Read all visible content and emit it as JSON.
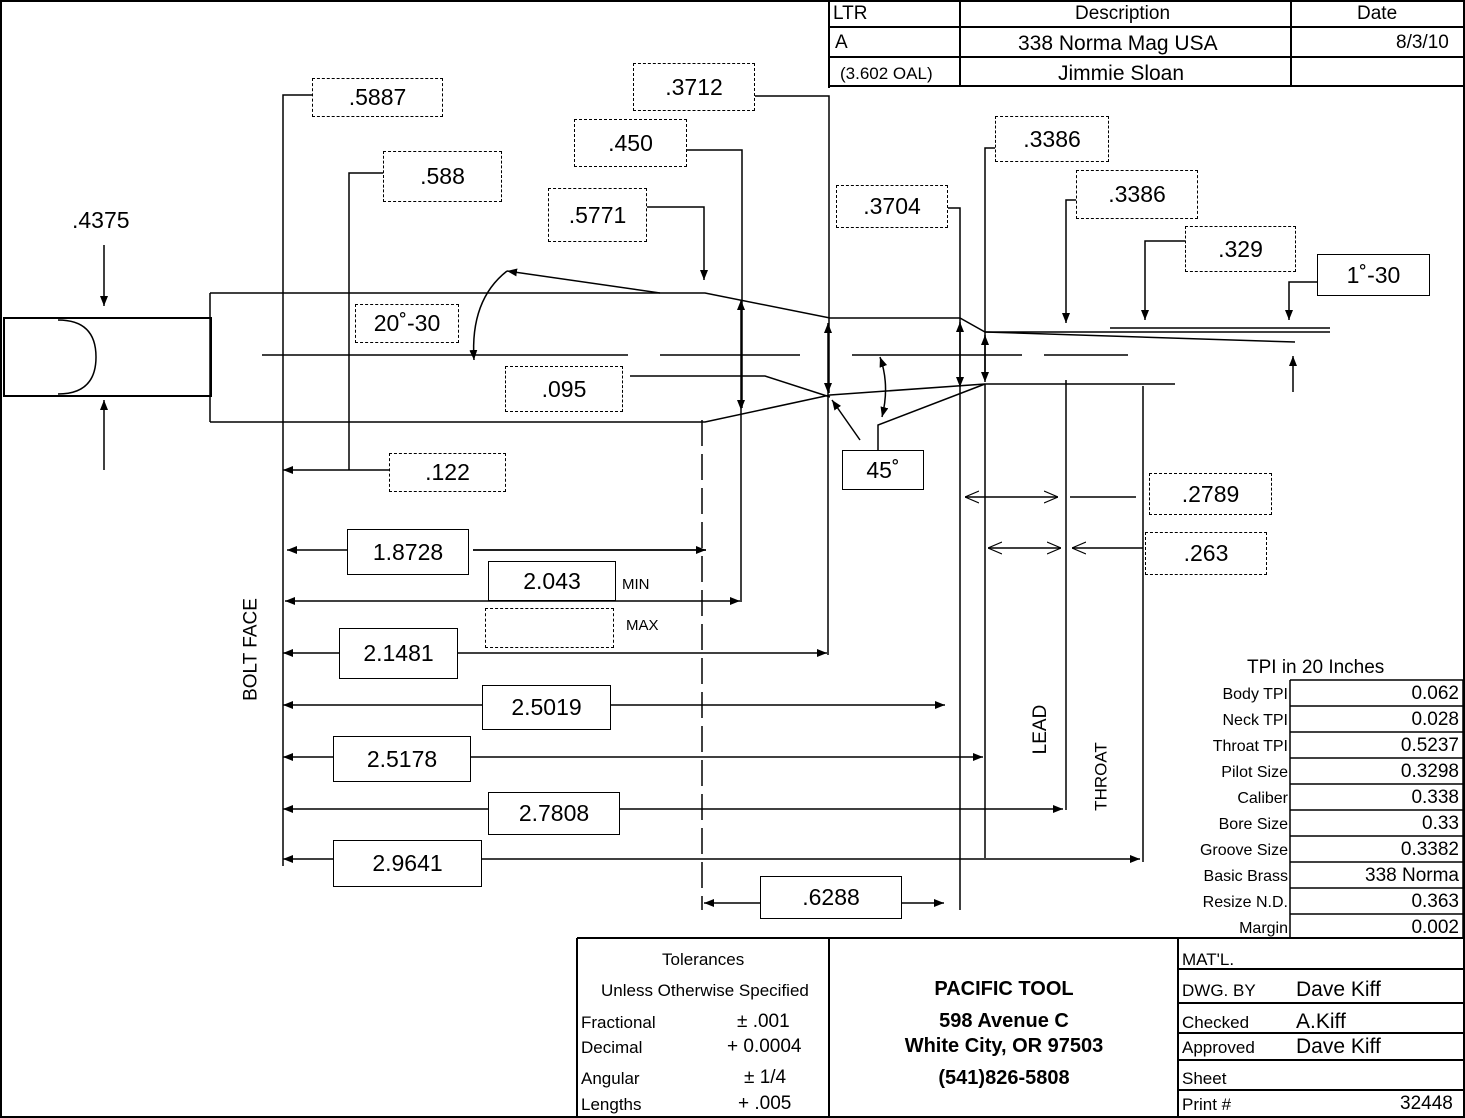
{
  "revision_table": {
    "headers": {
      "ltr": "LTR",
      "description": "Description",
      "date": "Date"
    },
    "row1": {
      "ltr": "A",
      "description": "338 Norma Mag USA",
      "date": "8/3/10"
    },
    "row2": {
      "ltr": "(3.602 OAL)",
      "description": "Jimmie Sloan",
      "date": ""
    }
  },
  "dimensions": {
    "d_4375": ".4375",
    "d_5887": ".5887",
    "d_588": ".588",
    "d_3712": ".3712",
    "d_450": ".450",
    "d_5771": ".5771",
    "d_3704": ".3704",
    "d_3386a": ".3386",
    "d_3386b": ".3386",
    "d_329": ".329",
    "angle_1_30": "1˚-30",
    "angle_20_30": "20˚-30",
    "d_095": ".095",
    "d_122": ".122",
    "angle_45": "45˚",
    "d_2789": ".2789",
    "d_263": ".263",
    "d_18728": "1.8728",
    "d_2043": "2.043",
    "min_label": "MIN",
    "max_label": "MAX",
    "d_21481": "2.1481",
    "d_25019": "2.5019",
    "d_25178": "2.5178",
    "d_27808": "2.7808",
    "d_29641": "2.9641",
    "d_6288": ".6288",
    "bolt_face": "BOLT FACE",
    "lead": "LEAD",
    "throat": "THROAT"
  },
  "tpi": {
    "title": "TPI in 20 Inches",
    "rows": [
      {
        "label": "Body TPI",
        "value": "0.062"
      },
      {
        "label": "Neck TPI",
        "value": "0.028"
      },
      {
        "label": "Throat TPI",
        "value": "0.5237"
      },
      {
        "label": "Pilot Size",
        "value": "0.3298"
      },
      {
        "label": "Caliber",
        "value": "0.338"
      },
      {
        "label": "Bore Size",
        "value": "0.33"
      },
      {
        "label": "Groove Size",
        "value": "0.3382"
      },
      {
        "label": "Basic Brass",
        "value": "338 Norma"
      },
      {
        "label": "Resize N.D.",
        "value": "0.363"
      },
      {
        "label": "Margin",
        "value": "0.002"
      }
    ]
  },
  "tolerances": {
    "title": "Tolerances",
    "subtitle": "Unless Otherwise Specified",
    "fractional_label": "Fractional",
    "fractional_value": "± .001",
    "decimal_label": "Decimal",
    "decimal_value": "+ 0.0004",
    "angular_label": "Angular",
    "angular_value": "± 1/4",
    "lengths_label": "Lengths",
    "lengths_value": "+ .005"
  },
  "company": {
    "name": "PACIFIC TOOL",
    "address1": "598 Avenue C",
    "address2": "White City, OR 97503",
    "phone": "(541)826-5808"
  },
  "title_block": {
    "matl_label": "MAT'L.",
    "dwg_by_label": "DWG. BY",
    "dwg_by_value": "Dave Kiff",
    "checked_label": "Checked",
    "checked_value": "A.Kiff",
    "approved_label": "Approved",
    "approved_value": "Dave Kiff",
    "sheet_label": "Sheet",
    "print_label": "Print #",
    "print_value": "32448"
  }
}
